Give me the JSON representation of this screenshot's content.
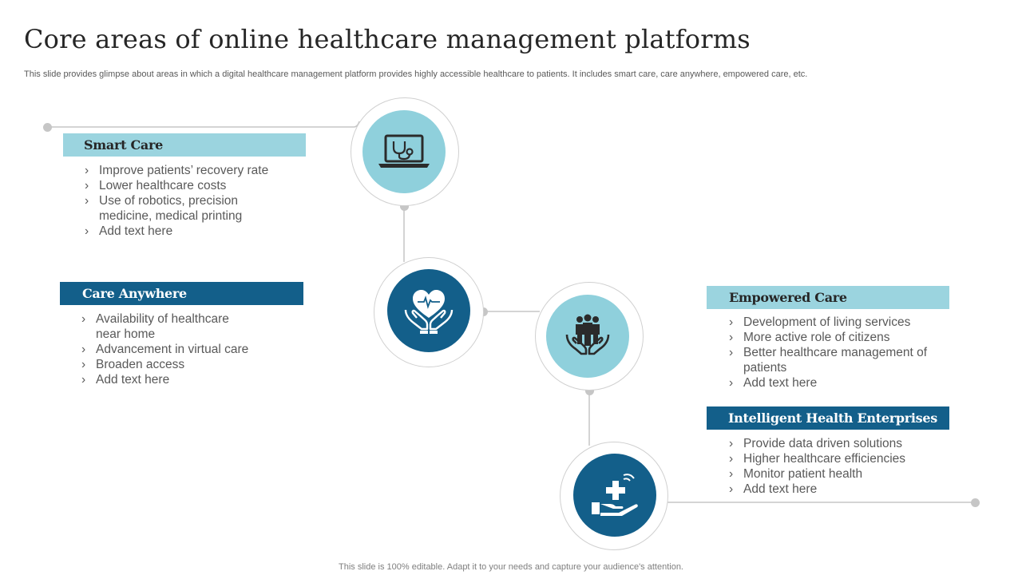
{
  "title": "Core areas of online healthcare management platforms",
  "subtitle": "This slide provides glimpse about areas in which a digital healthcare management platform provides highly accessible healthcare to patients. It includes smart care, care anywhere, empowered care, etc.",
  "footer": "This slide is 100% editable. Adapt it to your needs and capture your audience's attention.",
  "colors": {
    "dark": "#135f8a",
    "light": "#8fd0dc",
    "connector": "#c6c6c6"
  },
  "areas": [
    {
      "heading": "Smart Care",
      "icon": "laptop-stethoscope-icon",
      "points": [
        "Improve patients’ recovery rate",
        "Lower healthcare costs",
        "Use of robotics, precision medicine, medical printing",
        "Add text here"
      ]
    },
    {
      "heading": "Care Anywhere",
      "icon": "heart-in-hands-icon",
      "points": [
        "Availability of healthcare near home",
        "Advancement in virtual care",
        "Broaden access",
        "Add text here"
      ]
    },
    {
      "heading": "Empowered Care",
      "icon": "people-in-hands-icon",
      "points": [
        "Development of living services",
        "More active role of citizens",
        "Better healthcare management of patients",
        "Add text here"
      ]
    },
    {
      "heading": "Intelligent Health Enterprises",
      "icon": "hand-medical-cross-icon",
      "points": [
        "Provide data driven solutions",
        "Higher healthcare efficiencies",
        "Monitor patient health",
        "Add text here"
      ]
    }
  ]
}
